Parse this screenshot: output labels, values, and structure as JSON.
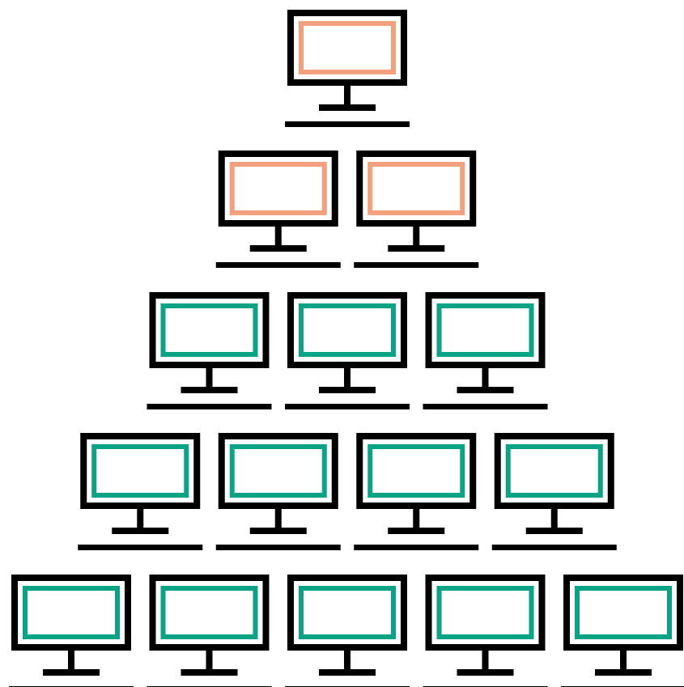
{
  "palette": {
    "outline": "#000000",
    "background": "#ffffff",
    "highlight": "#f2a07e",
    "normal": "#0aa386"
  },
  "rows": [
    {
      "count": 1,
      "screen": "highlight"
    },
    {
      "count": 2,
      "screen": "highlight"
    },
    {
      "count": 3,
      "screen": "normal"
    },
    {
      "count": 4,
      "screen": "normal"
    },
    {
      "count": 5,
      "screen": "normal"
    }
  ],
  "icon": "computer-monitor-icon"
}
